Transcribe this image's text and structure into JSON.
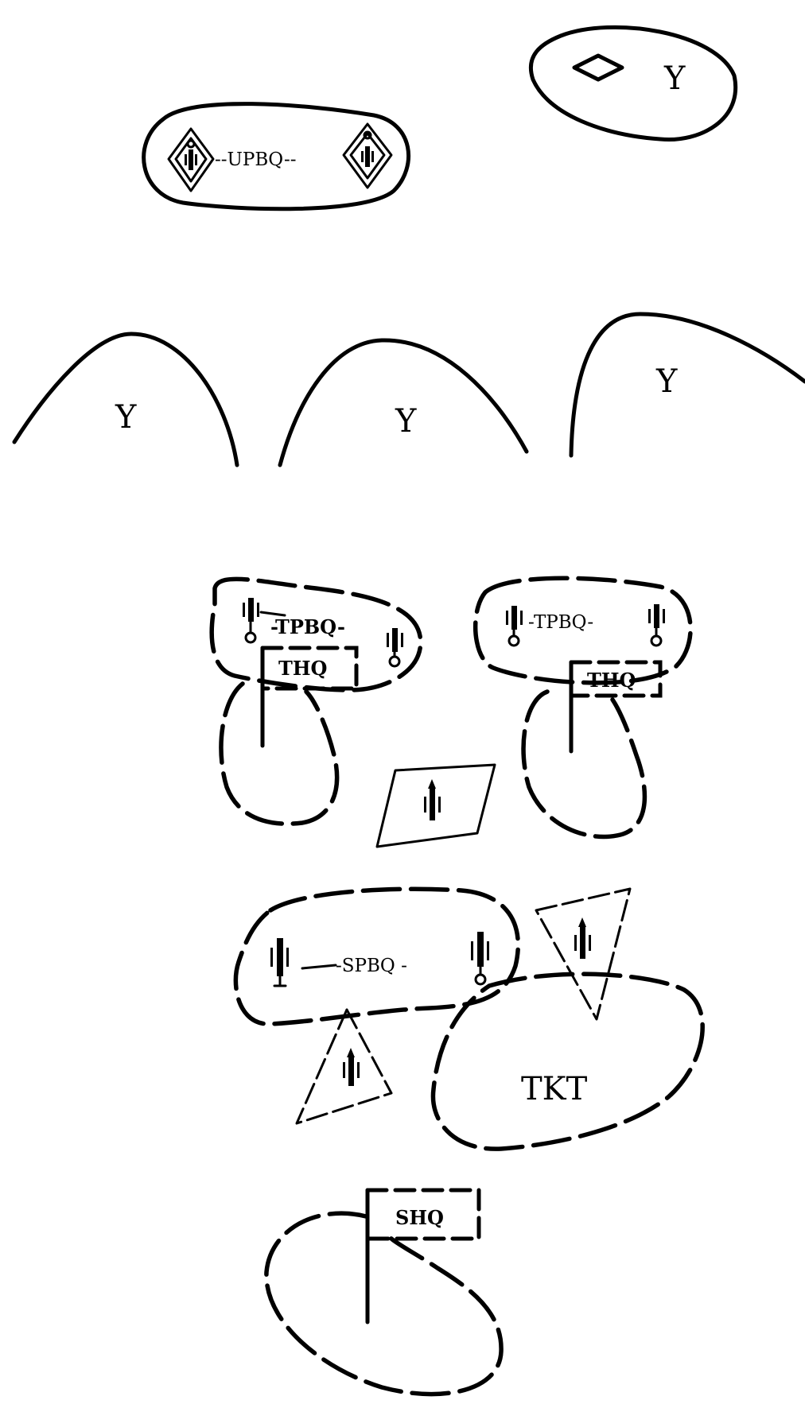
{
  "diagram": {
    "terrain_label": "Y",
    "upper_unit": "--UPBQ--",
    "tactical_units": [
      "-TPBQ-",
      "-TPBQ-"
    ],
    "tactical_hq": [
      "THQ",
      "THQ"
    ],
    "special_unit": "-SPBQ -",
    "target_area": "TKT",
    "special_hq": "SHQ"
  }
}
